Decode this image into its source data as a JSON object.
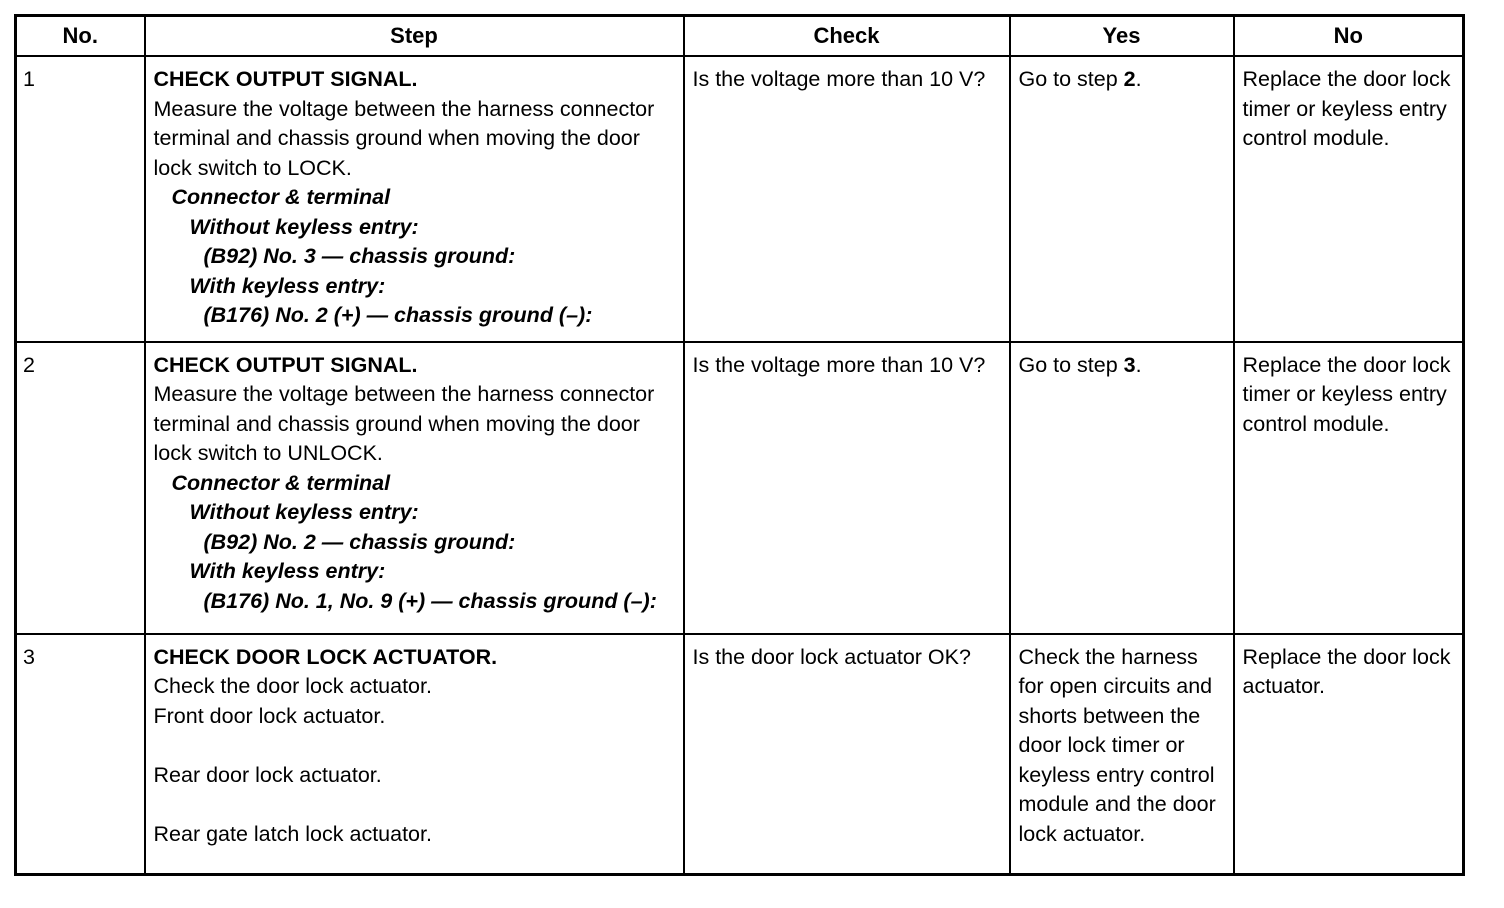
{
  "table": {
    "headers": {
      "no": "No.",
      "step": "Step",
      "check": "Check",
      "yes": "Yes",
      "no_col": "No"
    },
    "rows": [
      {
        "num": "1",
        "step": {
          "title": "CHECK OUTPUT SIGNAL.",
          "body": "Measure the voltage between the harness connector terminal and chassis ground when moving the door lock switch to LOCK.",
          "detail_heading": "Connector & terminal",
          "details": [
            {
              "text": "Without keyless entry:",
              "indent": 2
            },
            {
              "text": "(B92) No. 3 — chassis ground:",
              "indent": 3
            },
            {
              "text": "With keyless entry:",
              "indent": 2
            },
            {
              "text": "(B176) No. 2 (+) — chassis ground (–):",
              "indent": 3
            }
          ]
        },
        "check": "Is the voltage more than 10 V?",
        "yes": "Go to step 2.",
        "yes_emphasis": "2",
        "no": "Replace the door lock timer or keyless entry control module."
      },
      {
        "num": "2",
        "step": {
          "title": "CHECK OUTPUT SIGNAL.",
          "body": "Measure the voltage between the harness connector terminal and chassis ground when moving the door lock switch to UNLOCK.",
          "detail_heading": "Connector & terminal",
          "details": [
            {
              "text": "Without keyless entry:",
              "indent": 2
            },
            {
              "text": "(B92) No. 2 — chassis ground:",
              "indent": 3
            },
            {
              "text": "With keyless entry:",
              "indent": 2
            },
            {
              "text": "(B176) No. 1, No. 9 (+) — chassis ground (–):",
              "indent": 3
            }
          ]
        },
        "check": "Is the voltage more than 10 V?",
        "yes": "Go to step 3.",
        "yes_emphasis": "3",
        "no": "Replace the door lock timer or keyless entry control module."
      },
      {
        "num": "3",
        "step": {
          "title": "CHECK DOOR LOCK ACTUATOR.",
          "lines": [
            "Check the door lock actuator.",
            "Front door lock actuator.",
            "",
            "Rear door lock actuator.",
            "",
            "Rear gate latch lock actuator."
          ]
        },
        "check": "Is the door lock actuator OK?",
        "yes": "Check the harness for open circuits and shorts between the door lock timer or keyless entry control module and the door lock actuator.",
        "no": "Replace the door lock actuator."
      }
    ]
  }
}
